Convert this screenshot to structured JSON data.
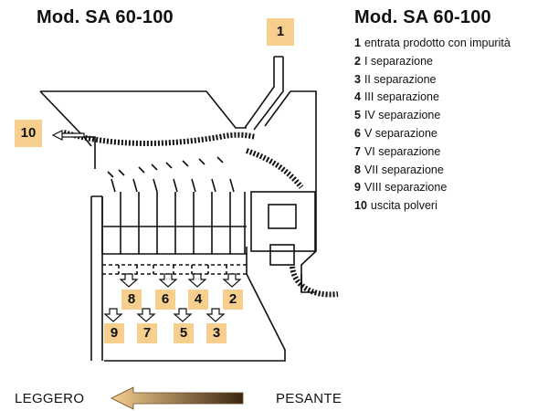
{
  "title_left": "Mod. SA 60-100",
  "title_right": "Mod. SA 60-100",
  "legend": [
    {
      "num": "1",
      "text": "entrata prodotto con impurità"
    },
    {
      "num": "2",
      "text": "I separazione"
    },
    {
      "num": "3",
      "text": "II separazione"
    },
    {
      "num": "4",
      "text": "III separazione"
    },
    {
      "num": "5",
      "text": "IV separazione"
    },
    {
      "num": "6",
      "text": "V separazione"
    },
    {
      "num": "7",
      "text": "VI separazione"
    },
    {
      "num": "8",
      "text": "VII separazione"
    },
    {
      "num": "9",
      "text": "VIII separazione"
    },
    {
      "num": "10",
      "text": "uscita polveri"
    }
  ],
  "diagram_labels": {
    "inlet": "1",
    "dust": "10",
    "upper_row": [
      "8",
      "6",
      "4",
      "2"
    ],
    "lower_row": [
      "9",
      "7",
      "5",
      "3"
    ]
  },
  "scale": {
    "light_label": "LEGGERO",
    "heavy_label": "PESANTE",
    "gradient_colors": [
      "#f6cf8f",
      "#3a2512"
    ]
  }
}
